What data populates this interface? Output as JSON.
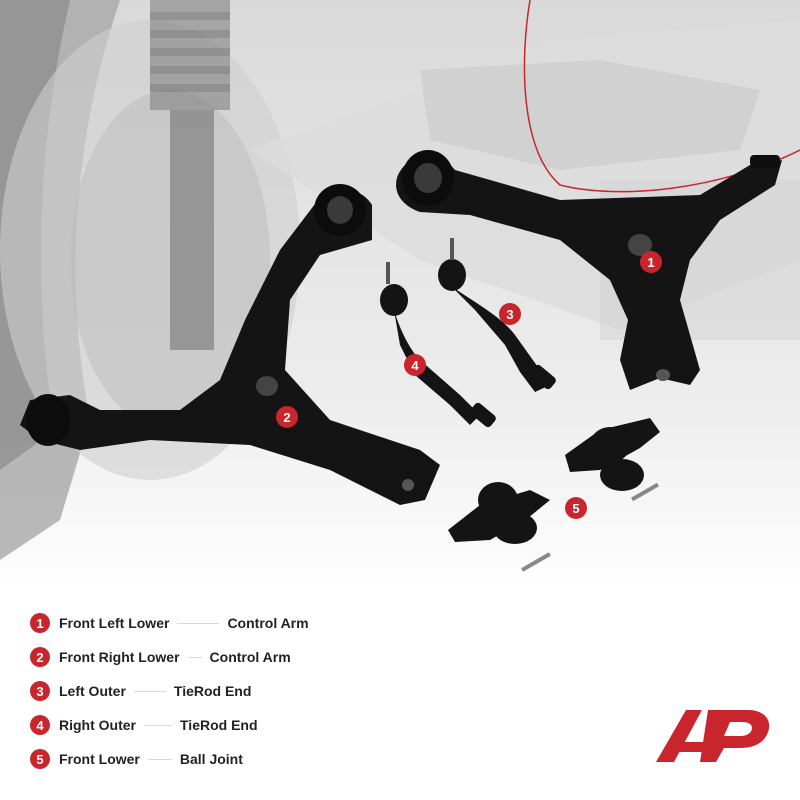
{
  "callouts": [
    "1",
    "2",
    "3",
    "4",
    "5"
  ],
  "legend": [
    {
      "num": "1",
      "position": "Front Left Lower",
      "part": "Control Arm"
    },
    {
      "num": "2",
      "position": "Front Right Lower",
      "part": "Control Arm"
    },
    {
      "num": "3",
      "position": "Left Outer",
      "part": "TieRod End"
    },
    {
      "num": "4",
      "position": "Right Outer",
      "part": "TieRod End"
    },
    {
      "num": "5",
      "position": "Front Lower",
      "part": "Ball Joint"
    }
  ],
  "colors": {
    "accent": "#c8262c",
    "parts": "#111111",
    "background_photo": "#e6e6e6",
    "text": "#222222"
  },
  "logo": {
    "icon": "brand-logo-icon"
  }
}
